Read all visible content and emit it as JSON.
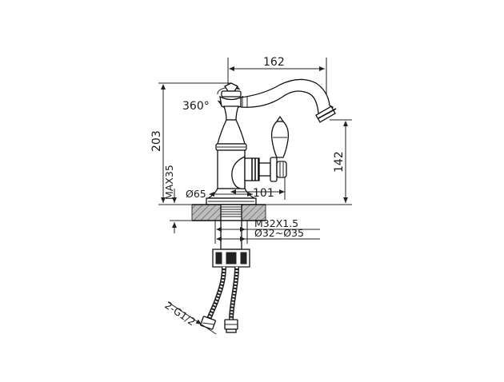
{
  "dimensions": {
    "spout_reach": "162",
    "total_height": "203",
    "spout_height": "142",
    "rotation": "360°",
    "max_deck_thickness": "MAX35",
    "base_diameter": "Ø65",
    "handle_offset": "101",
    "thread_size": "M32X1.5",
    "hole_diameter": "Ø32~Ø35",
    "hose_connection": "2-G1/2"
  }
}
